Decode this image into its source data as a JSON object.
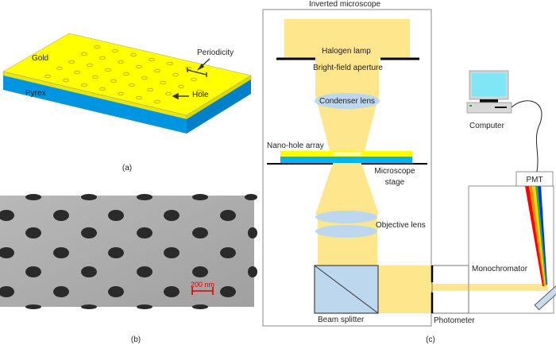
{
  "panel_a": {
    "caption": "(a)",
    "labels": {
      "gold": "Gold",
      "pyrex": "Pyrex",
      "periodicity": "Periodicity",
      "hole": "Hole"
    },
    "colors": {
      "gold": "#ffff00",
      "pyrex": "#0095e0"
    }
  },
  "panel_b": {
    "caption": "(b)",
    "scale_bar": "200 nm",
    "scale_color": "#e00000"
  },
  "panel_c": {
    "caption": "(c)",
    "title": "Inverted microscope",
    "labels": {
      "halogen_lamp": "Halogen lamp",
      "aperture": "Bright-field aperture",
      "condenser": "Condenser lens",
      "nano_hole_array": "Nano-hole array",
      "stage_1": "Microscope",
      "stage_2": "stage",
      "objective": "Objective lens",
      "beam_splitter": "Beam splitter",
      "photometer": "Photometer",
      "monochromator": "Monochromator",
      "pmt": "PMT",
      "computer": "Computer"
    },
    "colors": {
      "light": "#fde68c",
      "lens": "#bcd7ee",
      "screen": "#7fe6f5"
    }
  }
}
